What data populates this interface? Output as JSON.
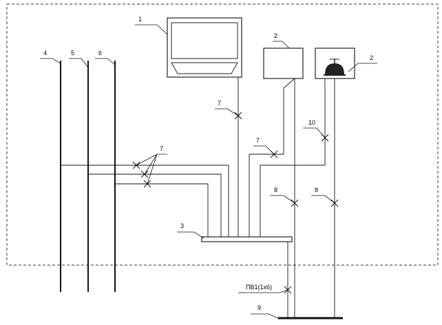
{
  "labels": {
    "monitor": "1",
    "box_right": "2",
    "lamp": "2",
    "bus_bar": "3",
    "pole_4": "4",
    "pole_5": "5",
    "pole_6": "6",
    "cross_monitor": "7",
    "cross_box": "7",
    "cross_group": "7",
    "cross_8a": "8",
    "cross_8b": "8",
    "cross_10": "10",
    "ground": "9",
    "cable_spec": "ПВ1(1х6)"
  }
}
